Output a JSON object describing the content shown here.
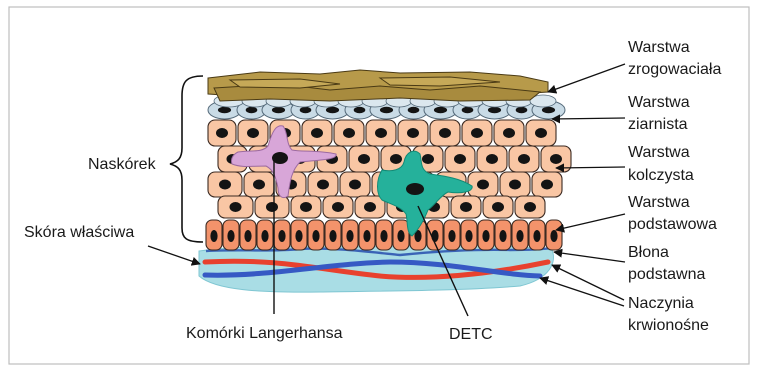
{
  "labels": {
    "stratum_corneum": [
      "Warstwa",
      "zrogowaciała"
    ],
    "stratum_granulosum": [
      "Warstwa",
      "ziarnista"
    ],
    "stratum_spinosum": [
      "Warstwa",
      "kolczysta"
    ],
    "stratum_basale": [
      "Warstwa",
      "podstawowa"
    ],
    "basement_membrane": [
      "Błona",
      "podstawna"
    ],
    "blood_vessels": [
      "Naczynia",
      "krwionośne"
    ],
    "epidermis": "Naskórek",
    "dermis": "Skóra właściwa",
    "langerhans": "Komórki Langerhansa",
    "detc": "DETC"
  },
  "colors": {
    "frame": "#bdbdbd",
    "keratin": "#b79a4a",
    "granular": "#c9dbe6",
    "spinous_cell": "#f9c6a4",
    "basal_cell": "#f3936b",
    "nucleus": "#141414",
    "membrane": "#3a63b6",
    "dermis": "#a9dde5",
    "vessel_red": "#e8412e",
    "vessel_blue": "#3659c4",
    "langerhans": "#d8a6d8",
    "detc": "#25b19b"
  }
}
